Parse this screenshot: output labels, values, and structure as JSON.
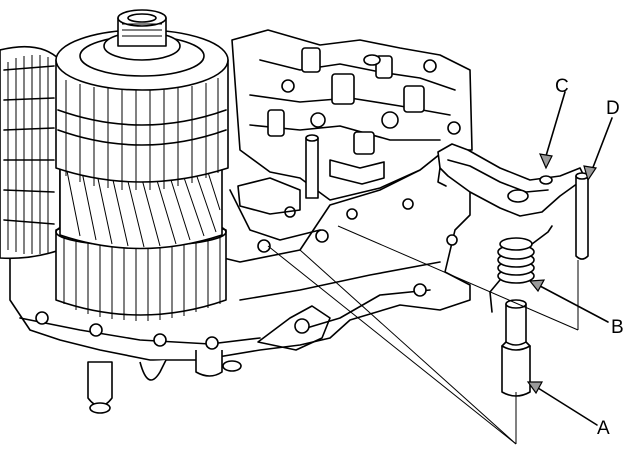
{
  "diagram": {
    "callouts": [
      {
        "id": "A",
        "label": "A"
      },
      {
        "id": "B",
        "label": "B"
      },
      {
        "id": "C",
        "label": "C"
      },
      {
        "id": "D",
        "label": "D"
      }
    ],
    "colors": {
      "line": "#000000",
      "background": "#ffffff",
      "shade": "#cfcfcf"
    }
  }
}
